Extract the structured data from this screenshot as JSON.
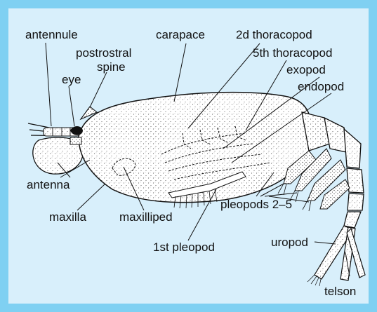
{
  "colors": {
    "border": "#7fd0f2",
    "panel": "#d8effb",
    "ink": "#111111"
  },
  "labels": {
    "antennule": "antennule",
    "postrostral": "postrostral",
    "spine": "spine",
    "eye": "eye",
    "carapace": "carapace",
    "thoracopod2": "2d thoracopod",
    "thoracopod5": "5th thoracopod",
    "exopod": "exopod",
    "endopod": "endopod",
    "antenna": "antenna",
    "maxilla": "maxilla",
    "maxilliped": "maxilliped",
    "pleopods": "pleopods 2–5",
    "pleopod1": "1st pleopod",
    "uropod": "uropod",
    "telson": "telson"
  }
}
